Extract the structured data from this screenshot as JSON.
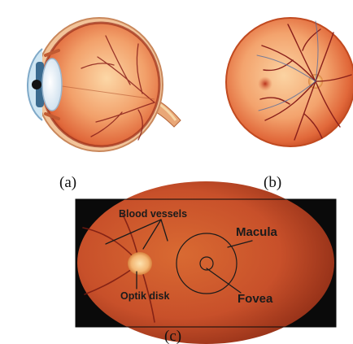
{
  "captions": {
    "a": "(a)",
    "b": "(b)",
    "c": "(c)"
  },
  "labels": {
    "blood_vessels": "Blood vessels",
    "macula": "Macula",
    "optik_disk": "Optik disk",
    "fovea": "Fovea"
  },
  "colors": {
    "retina_bg": "#d0502a",
    "panel_dark": "#0a0a0a",
    "vessel": "#8a1f1a",
    "disc": "#f7c98a",
    "macula_spot": "#b8321c"
  }
}
